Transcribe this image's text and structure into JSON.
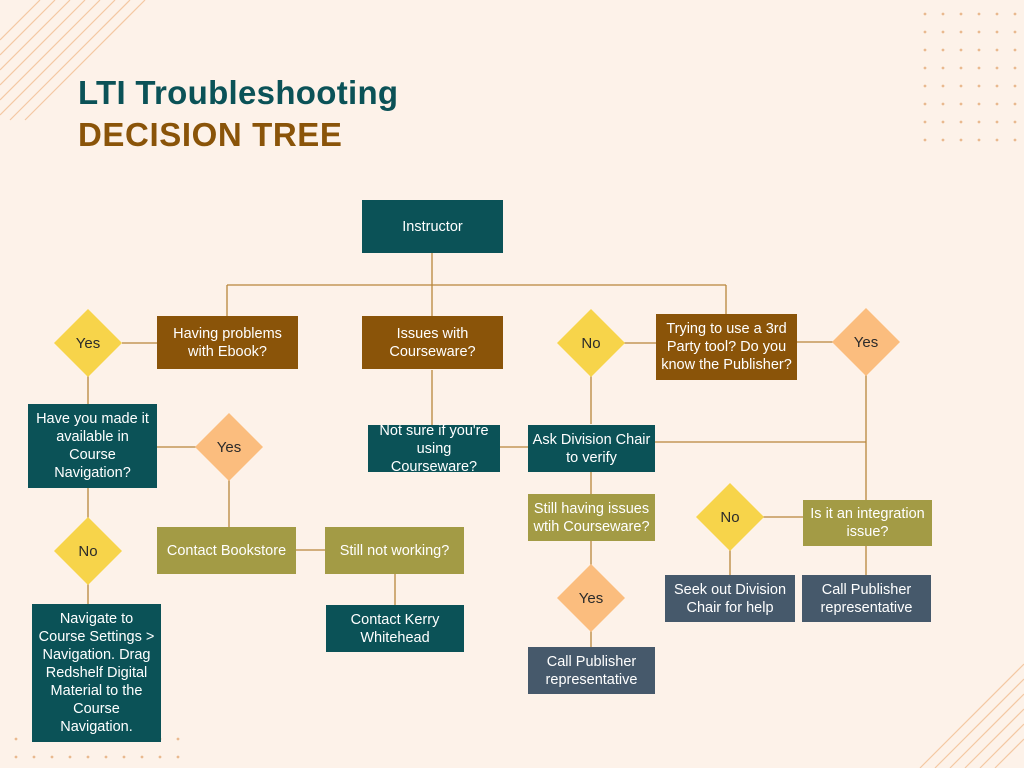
{
  "title": {
    "line1": "LTI Troubleshooting",
    "line2": "DECISION TREE"
  },
  "nodes": {
    "instructor": "Instructor",
    "ebook": "Having problems with Ebook?",
    "courseware": "Issues with Courseware?",
    "third_party": "Trying to use a 3rd Party tool? Do you know the Publisher?",
    "made_available": "Have you made it available in Course Navigation?",
    "not_sure": "Not sure if you're using Courseware?",
    "ask_chair": "Ask Division Chair to verify",
    "still_issues": "Still having issues wtih Courseware?",
    "contact_bookstore": "Contact Bookstore",
    "still_not_working": "Still not working?",
    "contact_kerry": "Contact Kerry Whitehead",
    "navigate": "Navigate to Course Settings > Navigation. Drag Redshelf Digital Material to the Course Navigation.",
    "integration": "Is it an integration issue?",
    "seek_chair": "Seek out Division Chair for help",
    "call_publisher_right": "Call Publisher representative",
    "call_publisher_center": "Call Publisher representative"
  },
  "decisions": {
    "yes_ebook": "Yes",
    "no_nav": "No",
    "yes_nav": "Yes",
    "no_thirdparty": "No",
    "yes_thirdparty": "Yes",
    "yes_courseware": "Yes",
    "no_integration": "No"
  },
  "colors": {
    "background": "#fdf2e9",
    "teal": "#0b5257",
    "brown": "#8a5409",
    "olive": "#a39b45",
    "slate": "#46596b",
    "diamond_yes": "#fbbd7e",
    "diamond_no": "#f7d44a",
    "connector": "#b8863b"
  }
}
